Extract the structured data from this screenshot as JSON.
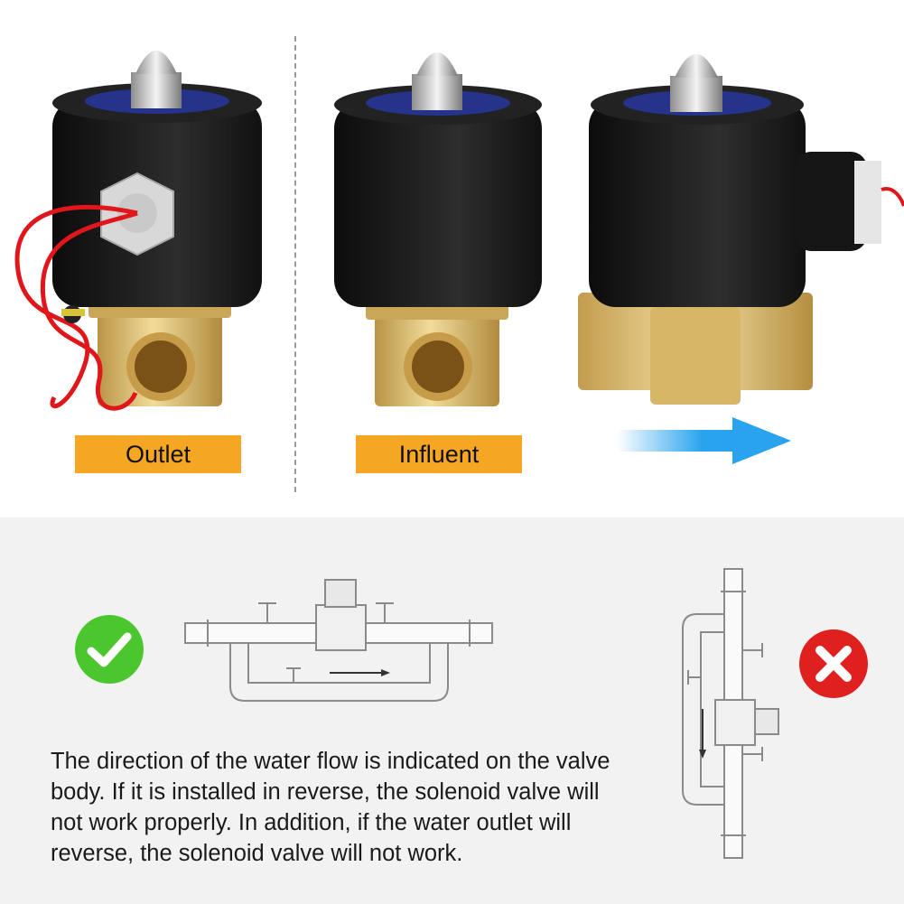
{
  "labels": {
    "outlet": "Outlet",
    "influent": "Influent"
  },
  "note": "The direction of the water flow is indicated on the valve body. If it is installed in reverse, the solenoid valve will not work properly. In addition, if the water outlet will reverse, the solenoid valve will not work.",
  "icons": {
    "correct": "check-icon",
    "incorrect": "x-icon",
    "flow": "flow-arrow-icon"
  },
  "colors": {
    "label_bg": "#f5a623",
    "correct_green": "#4cc62f",
    "incorrect_red": "#e01f1f",
    "flow_blue": "#29a3ee",
    "brass": "#d9b86a",
    "coil_black": "#1b1b1b",
    "wire_red": "#e0161b"
  }
}
